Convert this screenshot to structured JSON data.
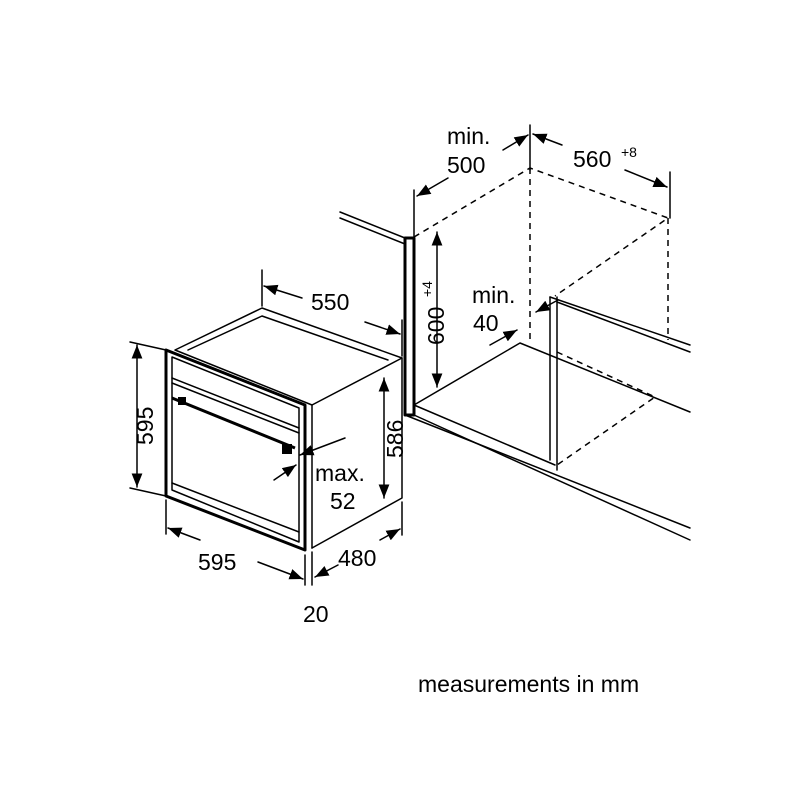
{
  "niche": {
    "min_depth": {
      "prefix": "min.",
      "value": "500"
    },
    "width": {
      "value": "560",
      "tolerance": "+8"
    },
    "height": {
      "value": "600",
      "tolerance": "+4"
    },
    "min_gap": {
      "prefix": "min.",
      "value": "40"
    }
  },
  "appliance": {
    "depth_top": "550",
    "front_height": "595",
    "body_height": "586",
    "front_width": "595",
    "body_depth": "480",
    "front_thickness": "20",
    "handle_protrusion": {
      "prefix": "max.",
      "value": "52"
    }
  },
  "caption": "measurements in mm"
}
